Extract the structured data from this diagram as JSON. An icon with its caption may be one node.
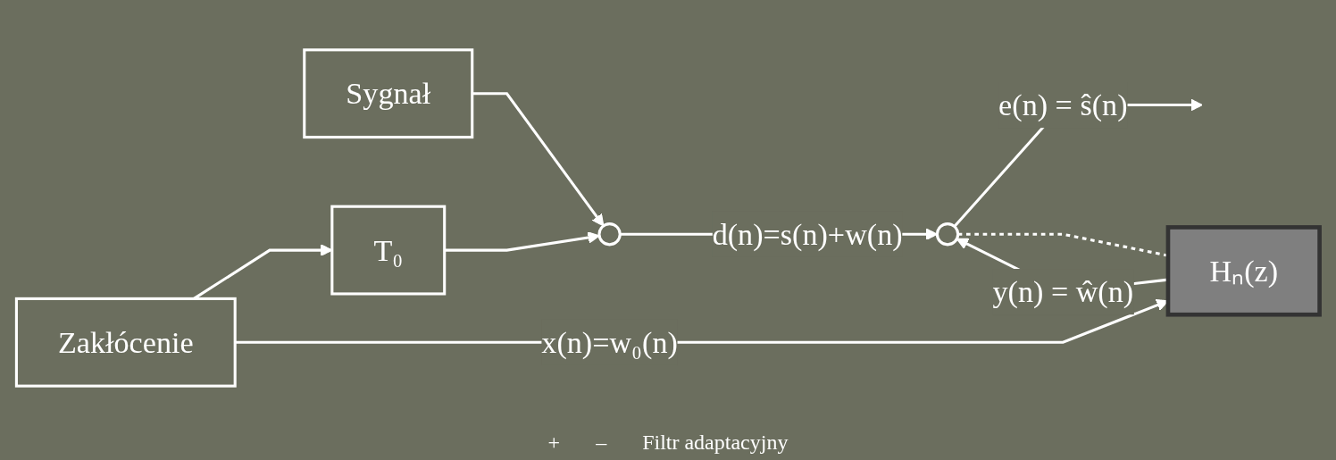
{
  "diagram": {
    "nodes": [
      {
        "text": [
          "Sygnał"
        ]
      },
      {
        "text": [],
        "shape": "circle"
      },
      {
        "text": [
          "T₀"
        ]
      },
      {
        "text": [
          "Zakłócenie"
        ]
      },
      {
        "text": [
          "Hₙ(z)"
        ]
      },
      {
        "text": [],
        "shape": "circle"
      }
    ],
    "edges": [
      {
        "from": 0,
        "to": 1,
        "arrow": "to"
      },
      {
        "from": 2,
        "to": 1,
        "arrow": "to"
      },
      {
        "from": 3,
        "to": 2,
        "arrow": "to"
      },
      {
        "from": 3,
        "to": 4,
        "arrow": "to",
        "label": "x(n)=w₀(n)"
      },
      {
        "from": 1,
        "to": 5,
        "arrow": "to",
        "label": "d(n)=s(n)+w(n)"
      },
      {
        "from": 4,
        "to": 5,
        "arrow": "to",
        "label": "y(n) = ŵ(n)"
      },
      {
        "from": 5,
        "to": null,
        "arrow": "to",
        "label": "e(n) = ŝ(n)"
      },
      {
        "from": 5,
        "to": 4,
        "arrow": "none",
        "style": "dashed"
      }
    ],
    "labels": [
      "+",
      "–",
      "Filtr adaptacyjny"
    ]
  }
}
